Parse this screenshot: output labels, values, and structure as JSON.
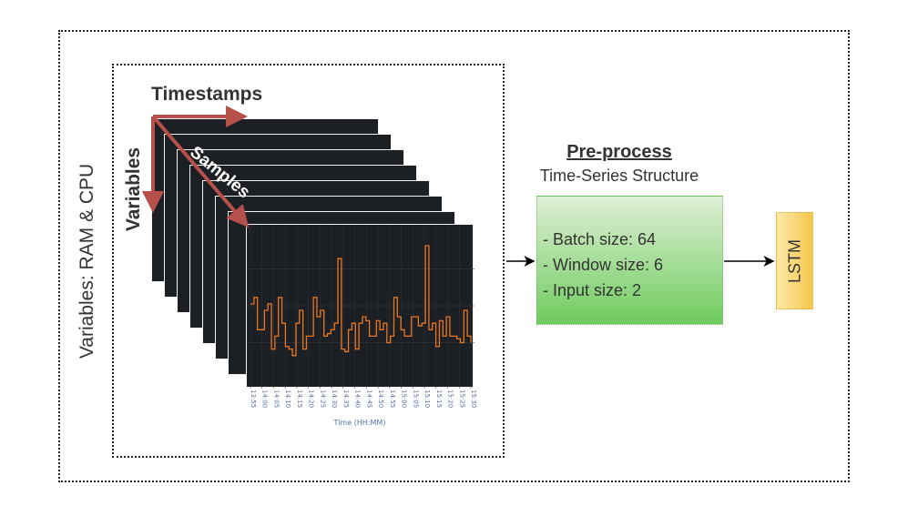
{
  "side_label": "Variables: RAM & CPU",
  "axes_labels": {
    "timestamps": "Timestamps",
    "variables": "Variables",
    "samples": "Samples"
  },
  "preprocess": {
    "title": "Pre-process",
    "subtitle": "Time-Series Structure",
    "items": [
      "- Batch size: 64",
      "- Window size: 6",
      "- Input size: 2"
    ]
  },
  "model": {
    "label": "LSTM"
  },
  "colors": {
    "arrow_red": "#b5504b",
    "series": "#e87722",
    "card_bg": "#1c1f24"
  },
  "chart_data": {
    "type": "line",
    "xlabel": "Time (HH:MM)",
    "x_ticks": [
      "13:55",
      "14:00",
      "14:05",
      "14:10",
      "14:15",
      "14:20",
      "14:25",
      "14:30",
      "14:35",
      "14:40",
      "14:45",
      "14:50",
      "14:55",
      "15:00",
      "15:05",
      "15:10",
      "15:15",
      "15:20",
      "15:25",
      "15:30"
    ],
    "values": [
      0.55,
      0.6,
      0.35,
      0.35,
      0.5,
      0.55,
      0.2,
      0.3,
      0.6,
      0.4,
      0.22,
      0.2,
      0.15,
      0.4,
      0.5,
      0.2,
      0.3,
      0.3,
      0.6,
      0.45,
      0.5,
      0.3,
      0.32,
      0.35,
      0.4,
      0.9,
      0.2,
      0.18,
      0.35,
      0.4,
      0.2,
      0.4,
      0.45,
      0.42,
      0.3,
      0.3,
      0.42,
      0.35,
      0.4,
      0.25,
      0.3,
      0.6,
      0.45,
      0.35,
      0.3,
      0.3,
      0.45,
      0.45,
      0.38,
      0.4,
      1.0,
      0.35,
      0.4,
      0.22,
      0.42,
      0.3,
      0.45,
      0.3,
      0.3,
      0.28,
      0.25,
      0.5,
      0.3,
      0.25
    ]
  }
}
